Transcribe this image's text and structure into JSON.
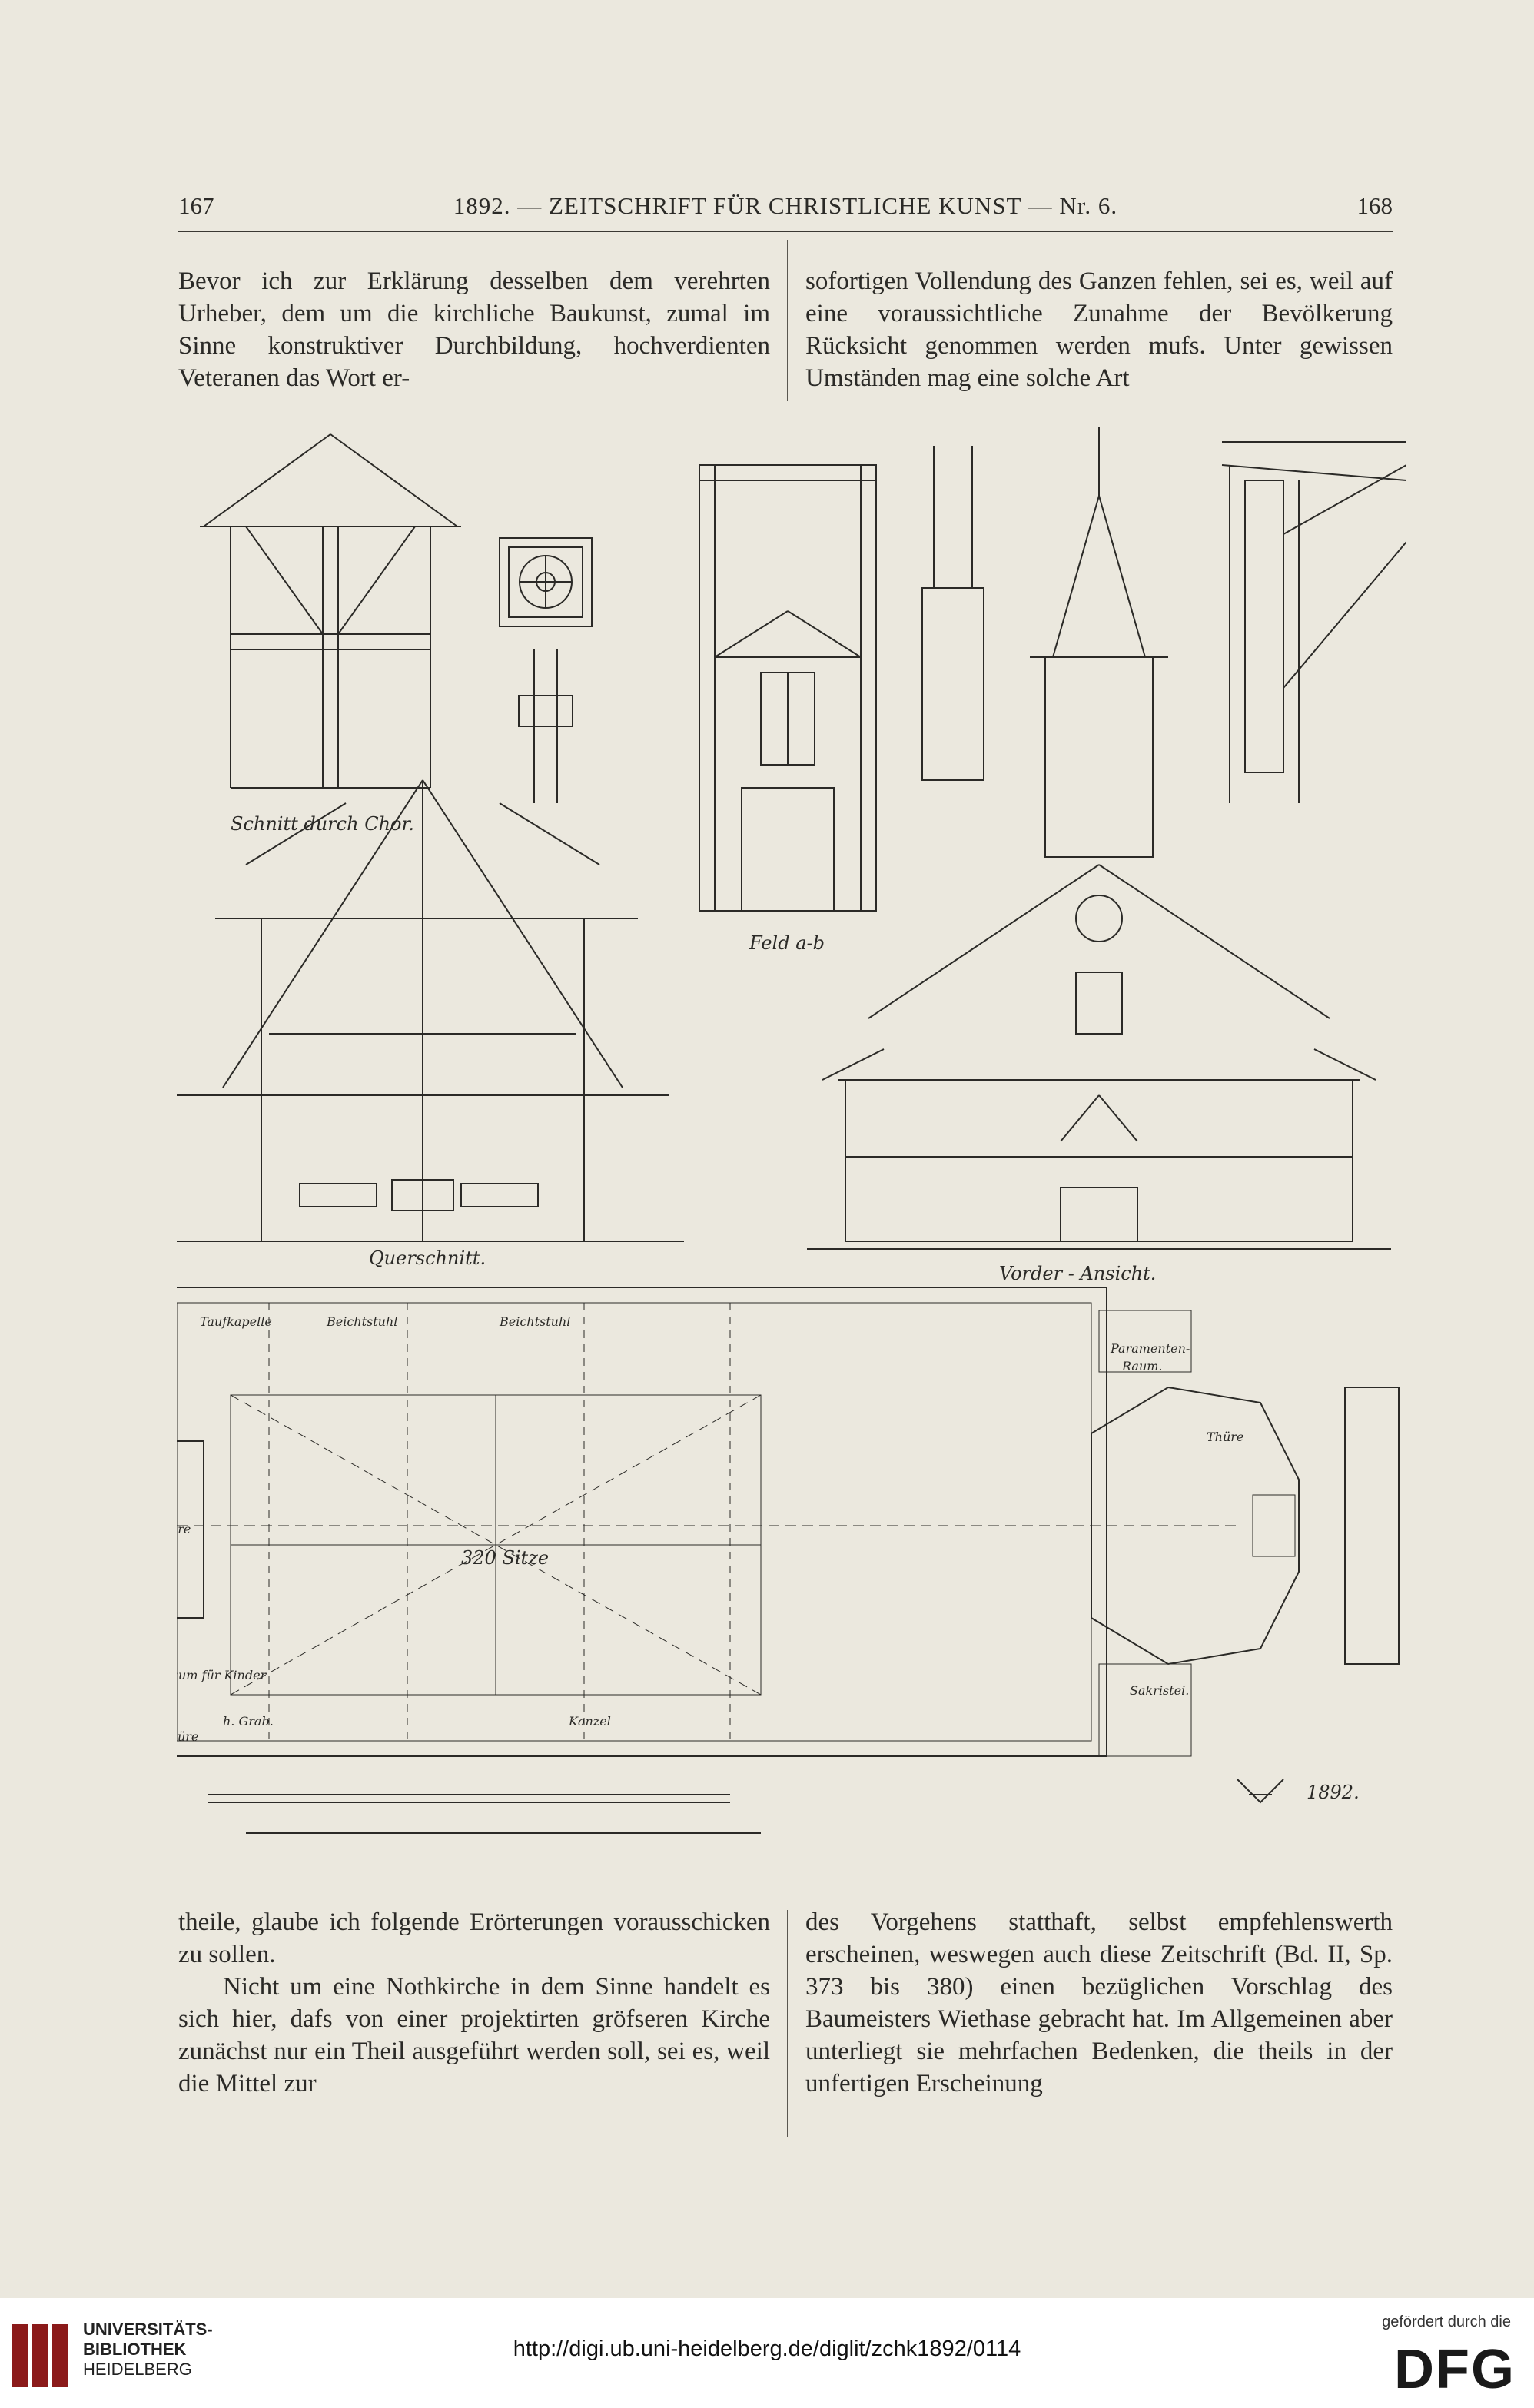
{
  "header": {
    "page_left": "167",
    "title": "1892. — ZEITSCHRIFT FÜR CHRISTLICHE KUNST — Nr. 6.",
    "page_right": "168"
  },
  "top_left": "Bevor ich zur Erklärung desselben dem verehrten Urheber, dem um die kirchliche Baukunst, zumal im Sinne konstruktiver Durchbildung, hochverdienten Veteranen das Wort er-",
  "top_right": "sofortigen Vollendung des Ganzen fehlen, sei es, weil auf eine voraussichtliche Zunahme der Bevölkerung Rücksicht genommen werden mufs. Unter gewissen Umständen mag eine solche Art",
  "bottom_left": [
    "theile, glaube ich folgende Erörterungen vorausschicken zu sollen.",
    "Nicht um eine Nothkirche in dem Sinne handelt es sich hier, dafs von einer projektirten gröfseren Kirche zunächst nur ein Theil ausgeführt werden soll, sei es, weil die Mittel zur"
  ],
  "bottom_right": "des Vorgehens statthaft, selbst empfehlenswerth erscheinen, weswegen auch diese Zeitschrift (Bd. II, Sp. 373 bis 380) einen bezüglichen Vorschlag des Baumeisters Wiethase gebracht hat. Im Allgemeinen aber unterliegt sie mehrfachen Bedenken, die theils in der unfertigen Erscheinung",
  "figure_labels": {
    "schnitt": "Schnitt durch Chor.",
    "feld": "Feld a-b",
    "querschnitt": "Querschnitt.",
    "vorder": "Vorder - Ansicht.",
    "sitze": "320 Sitze",
    "taufkapelle": "Taufkapelle",
    "beichtstuhl": "Beichtstuhl",
    "paramenten": "Paramenten-",
    "raum": "Raum.",
    "thuere": "Thüre",
    "sakristei": "Sakristei.",
    "h_grab": "h. Grab.",
    "kanzel": "Kanzel",
    "raum_kinder": "Raum für Kinder",
    "year": "1892."
  },
  "footer": {
    "uni_line1": "UNIVERSITÄTS-",
    "uni_line2": "BIBLIOTHEK",
    "uni_line3": "HEIDELBERG",
    "url": "http://digi.ub.uni-heidelberg.de/diglit/zchk1892/0114",
    "funded": "gefördert durch die",
    "dfg": "DFG"
  }
}
